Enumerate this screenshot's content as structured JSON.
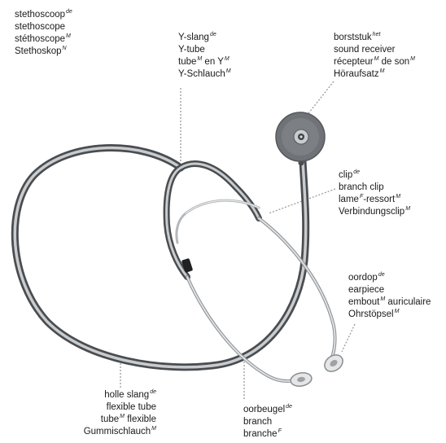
{
  "labels": {
    "stethoscope": [
      {
        "text": "stethoscoop",
        "sup": "de"
      },
      {
        "text": "stethoscope",
        "sup": ""
      },
      {
        "text": "stéthoscope",
        "sup": "M"
      },
      {
        "text": "Stethoskop",
        "sup": "N"
      }
    ],
    "y_tube": [
      {
        "text": "Y-slang",
        "sup": "de"
      },
      {
        "text": "Y-tube",
        "sup": ""
      },
      {
        "text": "tube",
        "sup": "M",
        "tail": " en Y",
        "tail_sup": "M"
      },
      {
        "text": "Y-Schlauch",
        "sup": "M"
      }
    ],
    "chest_piece": [
      {
        "text": "borststuk",
        "sup": "het"
      },
      {
        "text": "sound receiver",
        "sup": ""
      },
      {
        "text": "récepteur",
        "sup": "M",
        "tail": " de son",
        "tail_sup": "M"
      },
      {
        "text": "Höraufsatz",
        "sup": "M"
      }
    ],
    "clip": [
      {
        "text": "clip",
        "sup": "de"
      },
      {
        "text": "branch clip",
        "sup": ""
      },
      {
        "text": "lame",
        "sup": "F",
        "tail": "-ressort",
        "tail_sup": "M"
      },
      {
        "text": "Verbindungsclip",
        "sup": "M"
      }
    ],
    "earpiece": [
      {
        "text": "oordop",
        "sup": "de"
      },
      {
        "text": "earpiece",
        "sup": ""
      },
      {
        "text": "embout",
        "sup": "M",
        "tail": " auriculaire",
        "tail_sup": ""
      },
      {
        "text": "Ohrstöpsel",
        "sup": "M"
      }
    ],
    "flexible_tube": [
      {
        "text": "holle slang",
        "sup": "de"
      },
      {
        "text": "flexible tube",
        "sup": ""
      },
      {
        "text": "tube",
        "sup": "M",
        "tail": " flexible",
        "tail_sup": ""
      },
      {
        "text": "Gummischlauch",
        "sup": "M"
      }
    ],
    "branch": [
      {
        "text": "oorbeugel",
        "sup": "de"
      },
      {
        "text": "branch",
        "sup": ""
      },
      {
        "text": "branche",
        "sup": "F"
      }
    ]
  },
  "colors": {
    "tube_dark": "#4a4d50",
    "tube_light": "#c9cccf",
    "metal": "#d9dcdf",
    "chestpiece": "#6f7377",
    "leader": "#9a9a9a"
  }
}
